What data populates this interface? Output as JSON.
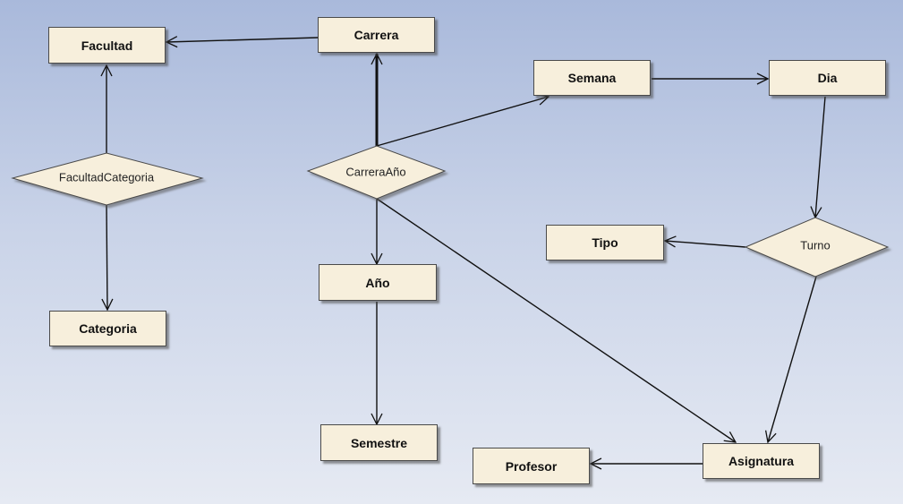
{
  "diagram": {
    "entities": {
      "facultad": "Facultad",
      "carrera": "Carrera",
      "semana": "Semana",
      "dia": "Dia",
      "tipo": "Tipo",
      "ano": "Año",
      "categoria": "Categoria",
      "semestre": "Semestre",
      "profesor": "Profesor",
      "asignatura": "Asignatura"
    },
    "relationships": {
      "facultad_categoria": "FacultadCategoria",
      "carrera_ano": "CarreraAño",
      "turno": "Turno"
    }
  },
  "colors": {
    "entity_fill": "#f7efdc",
    "border": "#4a4a4a",
    "background_top": "#a9b9db",
    "background_bottom": "#e6eaf3"
  }
}
